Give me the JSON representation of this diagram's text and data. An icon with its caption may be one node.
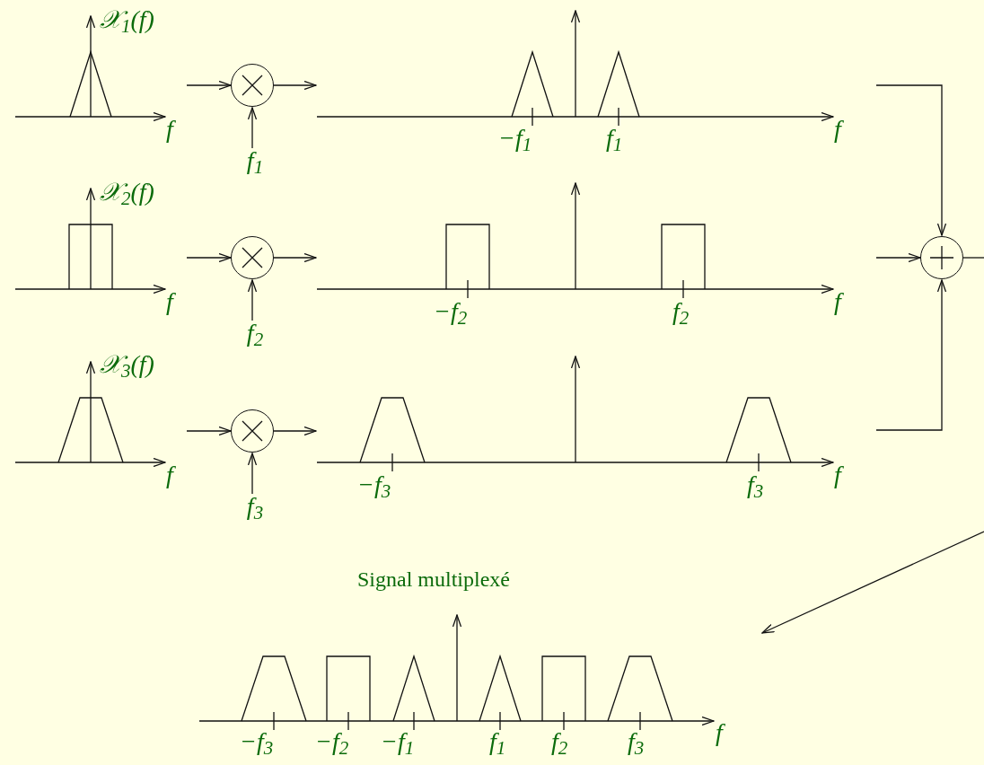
{
  "diagram": {
    "nodes": [
      {
        "text": [],
        "shape": "picture"
      },
      {
        "text": [],
        "shape": "circle"
      },
      {
        "text": [
          "f$_{1}$"
        ]
      },
      {
        "text": [],
        "shape": "picture"
      },
      {
        "text": [],
        "shape": "picture"
      },
      {
        "text": [],
        "shape": "circle"
      },
      {
        "text": [
          "f$_{2}$"
        ]
      },
      {
        "text": [],
        "shape": "picture"
      },
      {
        "text": [],
        "shape": "picture"
      },
      {
        "text": [],
        "shape": "circle"
      },
      {
        "text": [
          "f$_{3}$"
        ]
      },
      {
        "text": [],
        "shape": "picture"
      },
      {
        "text": [],
        "shape": "circle"
      },
      {
        "text": [],
        "shape": "picture"
      }
    ],
    "edges": [
      {
        "from": 0,
        "to": 1,
        "arrow": "to"
      },
      {
        "from": 2,
        "to": 1,
        "arrow": "to"
      },
      {
        "from": 1,
        "to": 3,
        "arrow": "to"
      },
      {
        "from": 4,
        "to": 5,
        "arrow": "to"
      },
      {
        "from": 6,
        "to": 5,
        "arrow": "to"
      },
      {
        "from": 5,
        "to": 7,
        "arrow": "to"
      },
      {
        "from": 8,
        "to": 9,
        "arrow": "to"
      },
      {
        "from": 10,
        "to": 9,
        "arrow": "to"
      },
      {
        "from": 9,
        "to": 11,
        "arrow": "to"
      },
      {
        "from": 3,
        "to": 12,
        "arrow": "to"
      },
      {
        "from": 7,
        "to": 12,
        "arrow": "to"
      },
      {
        "from": 11,
        "to": 12,
        "arrow": "to"
      },
      {
        "from": 12,
        "to": null,
        "arrow": "none"
      },
      {
        "from": null,
        "to": 13,
        "arrow": "to"
      }
    ],
    "labels": [
      "𝒳$_{1}$(f)",
      "f",
      "−f$_{1}$",
      "f$_{1}$",
      "f",
      "𝒳$_{2}$(f)",
      "f",
      "−f$_{2}$",
      "f$_{2}$",
      "f",
      "𝒳$_{3}$(f)",
      "f",
      "−f$_{3}$",
      "f$_{3}$",
      "f",
      "Signal multiplexé",
      "−f$_{3}$",
      "−f$_{2}$",
      "−f$_{1}$",
      "f$_{1}$",
      "f$_{2}$",
      "f$_{3}$",
      "f"
    ]
  }
}
